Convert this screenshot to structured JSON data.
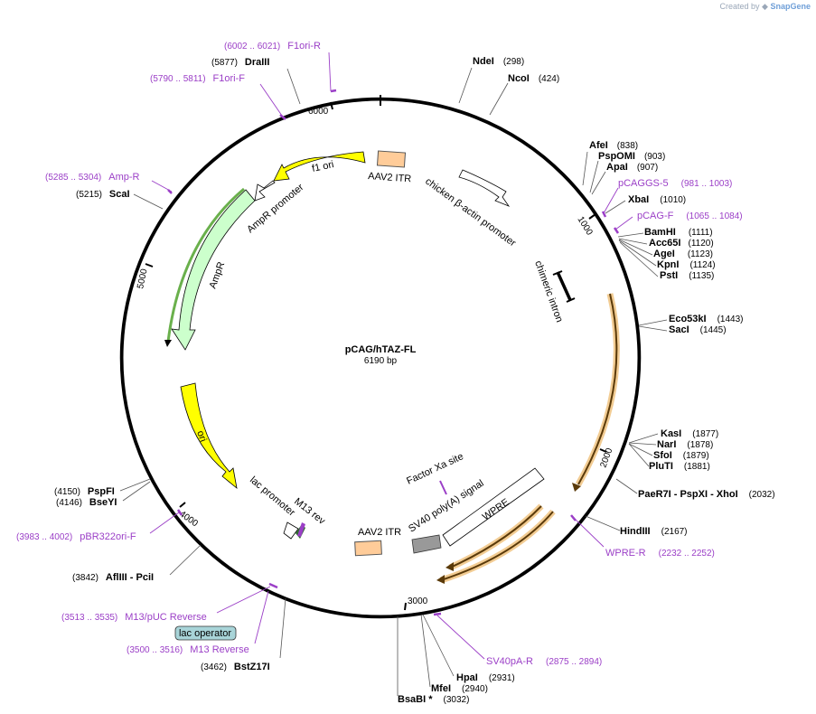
{
  "credit": {
    "prefix": "Created by",
    "brand": "SnapGene"
  },
  "plasmid": {
    "name": "pCAG/hTAZ-FL",
    "length_label": "6190 bp"
  },
  "ticks": [
    "1000",
    "2000",
    "3000",
    "4000",
    "5000",
    "6000"
  ],
  "enzymes": [
    {
      "id": "ndei",
      "name": "NdeI",
      "pos": "(298)"
    },
    {
      "id": "ncoi",
      "name": "NcoI",
      "pos": "(424)"
    },
    {
      "id": "afei",
      "name": "AfeI",
      "pos": "(838)"
    },
    {
      "id": "pspomi",
      "name": "PspOMI",
      "pos": "(903)"
    },
    {
      "id": "apai",
      "name": "ApaI",
      "pos": "(907)"
    },
    {
      "id": "xbai",
      "name": "XbaI",
      "pos": "(1010)"
    },
    {
      "id": "bamhi",
      "name": "BamHI",
      "pos": "(1111)"
    },
    {
      "id": "acc65i",
      "name": "Acc65I",
      "pos": "(1120)"
    },
    {
      "id": "agei",
      "name": "AgeI",
      "pos": "(1123)"
    },
    {
      "id": "kpni",
      "name": "KpnI",
      "pos": "(1124)"
    },
    {
      "id": "psti",
      "name": "PstI",
      "pos": "(1135)"
    },
    {
      "id": "eco53ki",
      "name": "Eco53kI",
      "pos": "(1443)"
    },
    {
      "id": "saci",
      "name": "SacI",
      "pos": "(1445)"
    },
    {
      "id": "kasi",
      "name": "KasI",
      "pos": "(1877)"
    },
    {
      "id": "nari",
      "name": "NarI",
      "pos": "(1878)"
    },
    {
      "id": "sfoi",
      "name": "SfoI",
      "pos": "(1879)"
    },
    {
      "id": "pluti",
      "name": "PluTI",
      "pos": "(1881)"
    },
    {
      "id": "paer7i",
      "name": "PaeR7I  - PspXI  - XhoI",
      "pos": "(2032)"
    },
    {
      "id": "hindiii",
      "name": "HindIII",
      "pos": "(2167)"
    },
    {
      "id": "hpai",
      "name": "HpaI",
      "pos": "(2931)"
    },
    {
      "id": "mfei",
      "name": "MfeI",
      "pos": "(2940)"
    },
    {
      "id": "bsabi",
      "name": "BsaBI *",
      "pos": "(3032)"
    },
    {
      "id": "bstz17i",
      "name": "BstZ17I",
      "pos": "(3462)"
    },
    {
      "id": "aflIII",
      "name": "AflIII  - PciI",
      "pos": "(3842)"
    },
    {
      "id": "bseyi",
      "name": "BseYI",
      "pos": "(4146)"
    },
    {
      "id": "pspfi",
      "name": "PspFI",
      "pos": "(4150)"
    },
    {
      "id": "scai",
      "name": "ScaI",
      "pos": "(5215)"
    },
    {
      "id": "draiii",
      "name": "DraIII",
      "pos": "(5877)"
    }
  ],
  "primers": [
    {
      "id": "f1ori-r",
      "name": "F1ori-R",
      "range": "(6002 .. 6021)"
    },
    {
      "id": "f1ori-f",
      "name": "F1ori-F",
      "range": "(5790 .. 5811)"
    },
    {
      "id": "amp-r",
      "name": "Amp-R",
      "range": "(5285 .. 5304)"
    },
    {
      "id": "pcaggs-5",
      "name": "pCAGGS-5",
      "range": "(981 .. 1003)"
    },
    {
      "id": "pcag-f",
      "name": "pCAG-F",
      "range": "(1065 .. 1084)"
    },
    {
      "id": "wpre-r",
      "name": "WPRE-R",
      "range": "(2232 .. 2252)"
    },
    {
      "id": "sv40pa-r",
      "name": "SV40pA-R",
      "range": "(2875 .. 2894)"
    },
    {
      "id": "pbr322ori-f",
      "name": "pBR322ori-F",
      "range": "(3983 .. 4002)"
    },
    {
      "id": "m13-puc-reverse",
      "name": "M13/pUC Reverse",
      "range": "(3513 .. 3535)"
    },
    {
      "id": "m13-reverse",
      "name": "M13 Reverse",
      "range": "(3500 .. 3516)"
    }
  ],
  "features": {
    "aav2_itr_top": "AAV2 ITR",
    "f1_ori": "f1 ori",
    "ampr_promoter": "AmpR promoter",
    "ampr": "AmpR",
    "ori": "ori",
    "chicken_actin": "chicken β-actin promoter",
    "chimeric_intron": "chimeric intron",
    "factor_xa": "Factor Xa site",
    "sv40_polya": "SV40 poly(A) signal",
    "wpre": "WPRE",
    "aav2_itr_bottom": "AAV2 ITR",
    "lac_promoter": "lac promoter",
    "m13_rev": "M13 rev",
    "lac_operator": "lac operator"
  },
  "colors": {
    "primer": "#9b3fc7",
    "ori": "#ffff00",
    "ampr": "#ccffcc",
    "itr": "#ffcc99",
    "cds_orange": "#e8a23b",
    "sv40": "#999999"
  }
}
